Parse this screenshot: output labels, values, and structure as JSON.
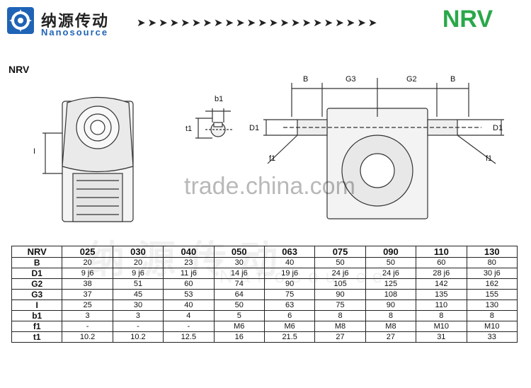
{
  "header": {
    "brand_cn": "纳源传动",
    "brand_en": "Nanosource",
    "model": "NRV",
    "arrows": "➤➤➤➤➤➤➤➤➤➤➤➤➤➤➤➤➤➤➤➤➤➤",
    "colors": {
      "logo_blue": "#1f63b6",
      "model_green": "#2aa84a"
    }
  },
  "section": {
    "title": "NRV"
  },
  "drawing_labels": {
    "left_view": {
      "dim_I": "I"
    },
    "shaft_section": {
      "dim_b1": "b1",
      "dim_t1": "t1"
    },
    "side_view": {
      "dim_B_left": "B",
      "dim_G3": "G3",
      "dim_G2": "G2",
      "dim_B_right": "B",
      "dim_D1_left": "D1",
      "dim_D1_right": "D1",
      "dim_f1_left": "f1",
      "dim_f1_right": "f1"
    }
  },
  "watermark": {
    "cn": "纳源传动",
    "en": "Nanosource",
    "site": "trade.china.com"
  },
  "table": {
    "headers": [
      "NRV",
      "025",
      "030",
      "040",
      "050",
      "063",
      "075",
      "090",
      "110",
      "130"
    ],
    "rows": [
      {
        "label": "B",
        "values": [
          "20",
          "20",
          "23",
          "30",
          "40",
          "50",
          "50",
          "60",
          "80"
        ]
      },
      {
        "label": "D1",
        "values": [
          "9 j6",
          "9 j6",
          "11 j6",
          "14 j6",
          "19 j6",
          "24 j6",
          "24 j6",
          "28 j6",
          "30 j6"
        ]
      },
      {
        "label": "G2",
        "values": [
          "38",
          "51",
          "60",
          "74",
          "90",
          "105",
          "125",
          "142",
          "162"
        ]
      },
      {
        "label": "G3",
        "values": [
          "37",
          "45",
          "53",
          "64",
          "75",
          "90",
          "108",
          "135",
          "155"
        ]
      },
      {
        "label": "I",
        "values": [
          "25",
          "30",
          "40",
          "50",
          "63",
          "75",
          "90",
          "110",
          "130"
        ]
      },
      {
        "label": "b1",
        "values": [
          "3",
          "3",
          "4",
          "5",
          "6",
          "8",
          "8",
          "8",
          "8"
        ]
      },
      {
        "label": "f1",
        "values": [
          "-",
          "-",
          "-",
          "M6",
          "M6",
          "M8",
          "M8",
          "M10",
          "M10"
        ]
      },
      {
        "label": "t1",
        "values": [
          "10.2",
          "10.2",
          "12.5",
          "16",
          "21.5",
          "27",
          "27",
          "31",
          "33"
        ]
      }
    ]
  }
}
